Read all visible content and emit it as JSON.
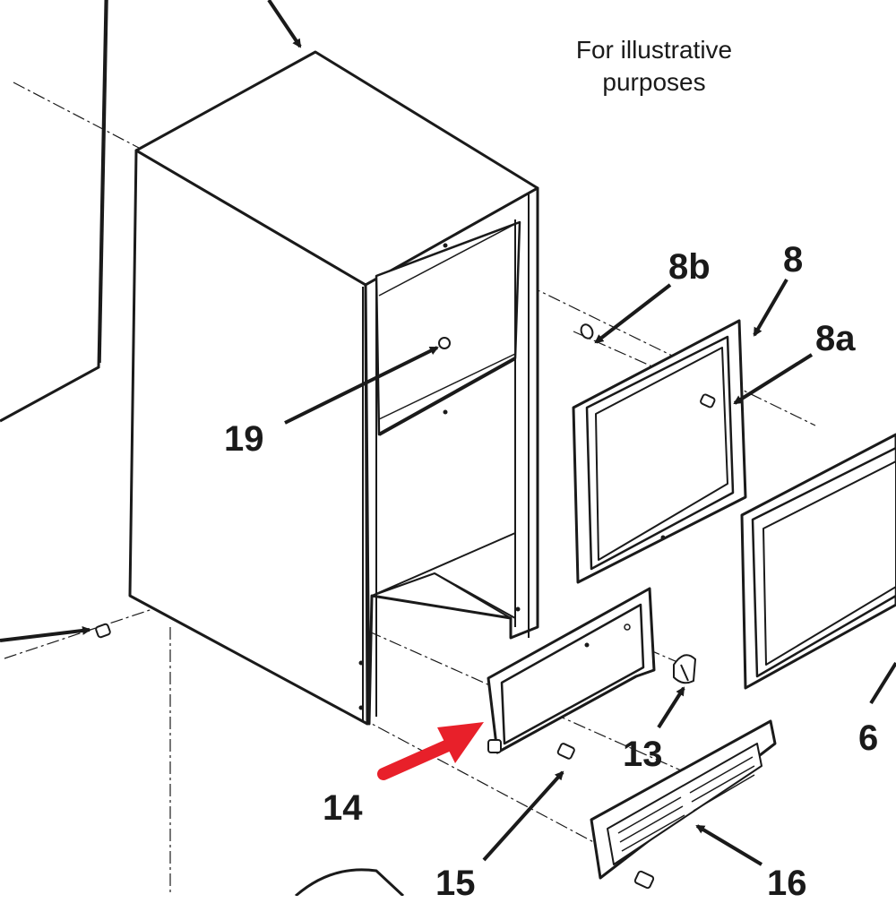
{
  "note": {
    "line1": "For illustrative",
    "line2": "purposes"
  },
  "callouts": [
    {
      "id": "19",
      "text": "19"
    },
    {
      "id": "8b",
      "text": "8b"
    },
    {
      "id": "8",
      "text": "8"
    },
    {
      "id": "8a",
      "text": "8a"
    },
    {
      "id": "6",
      "text": "6"
    },
    {
      "id": "13",
      "text": "13"
    },
    {
      "id": "14",
      "text": "14"
    },
    {
      "id": "15",
      "text": "15"
    },
    {
      "id": "16",
      "text": "16"
    }
  ],
  "colors": {
    "line": "#1a1a1a",
    "highlight_arrow": "#e8202a",
    "background": "#ffffff"
  }
}
